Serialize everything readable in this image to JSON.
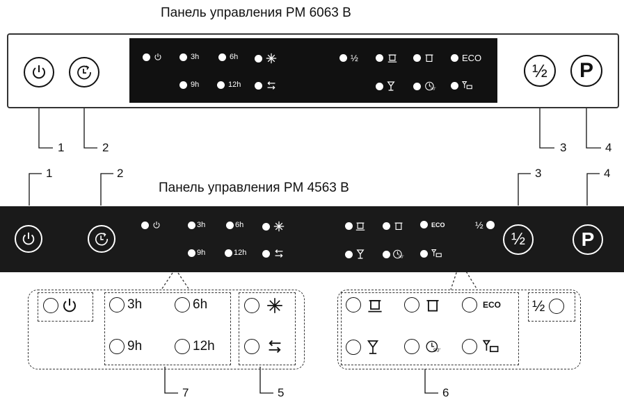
{
  "top_panel": {
    "title": "Панель управления PM 6063 B"
  },
  "bottom_panel": {
    "title": "Панель управления PM 4563 B"
  },
  "callouts": {
    "n1": "1",
    "n2": "2",
    "n3": "3",
    "n4": "4",
    "n5": "5",
    "n6": "6",
    "n7": "7"
  },
  "buttons": {
    "half_load": "½",
    "program": "P"
  },
  "leds": {
    "h3": "3h",
    "h6": "6h",
    "h9": "9h",
    "h12": "12h",
    "eco": "ECO",
    "half": "½"
  },
  "colors": {
    "panel_dark": "#1a1a1a",
    "panel_light": "#ffffff",
    "led_on": "#ffffff",
    "line": "#111111"
  }
}
